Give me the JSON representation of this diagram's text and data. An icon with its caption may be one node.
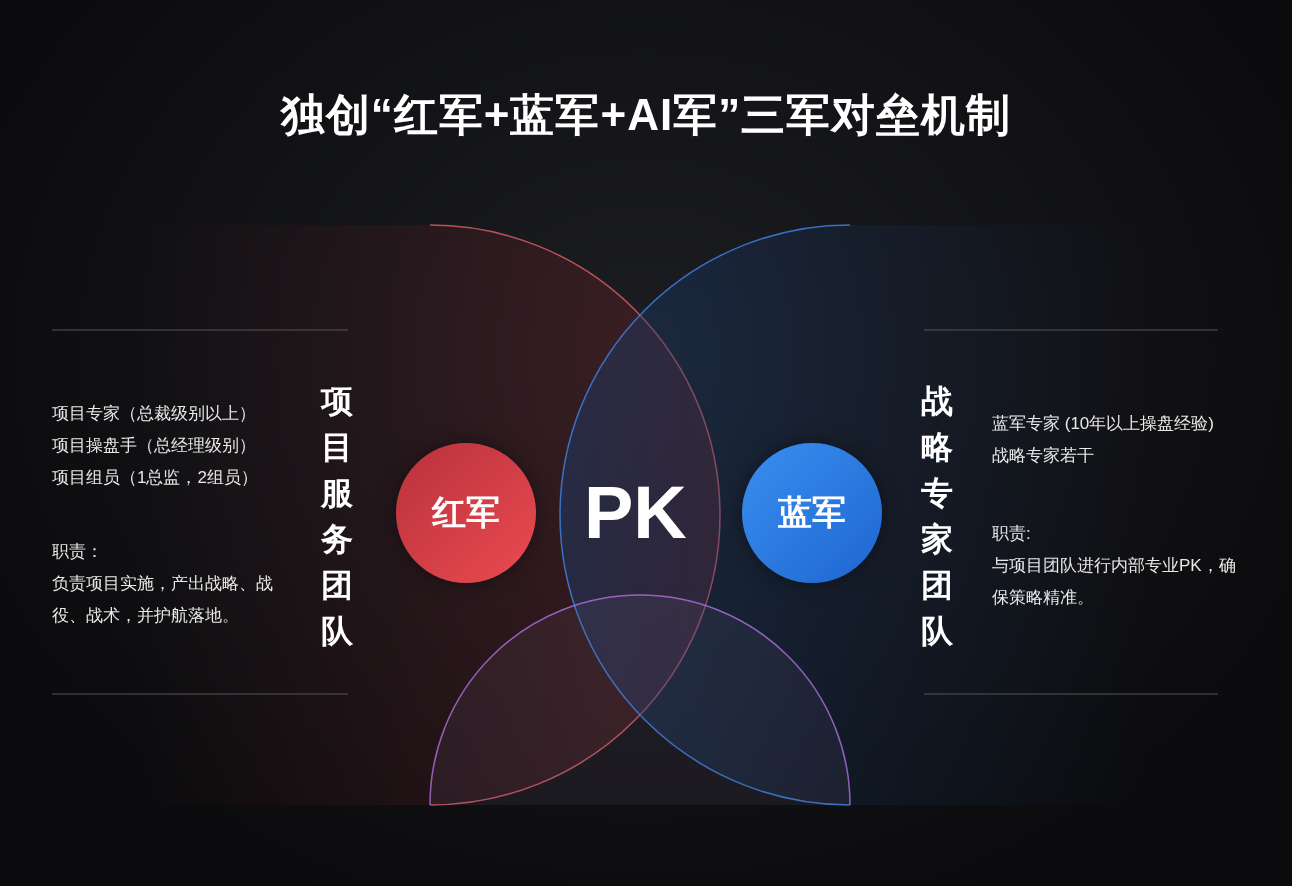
{
  "diagram": {
    "title": "独创“红军+蓝军+AI军”三军对垒机制",
    "nodes": [
      {
        "text": [
          "红军"
        ]
      },
      {
        "text": [
          "蓝军"
        ]
      }
    ],
    "labels": [
      "项目专家（总裁级别以上）",
      "项目操盘手（总经理级别）",
      "项目组员（1总监，2组员）",
      "职责：",
      "负责项目实施，产出战略、战役、战术，并护航落地。",
      "项目服务团队",
      "PK",
      "战略专家团队",
      "蓝军专家 (10年以上操盘经验)",
      "战略专家若干",
      "职责:",
      "与项目团队进行内部专业PK，确保策略精准。"
    ]
  }
}
